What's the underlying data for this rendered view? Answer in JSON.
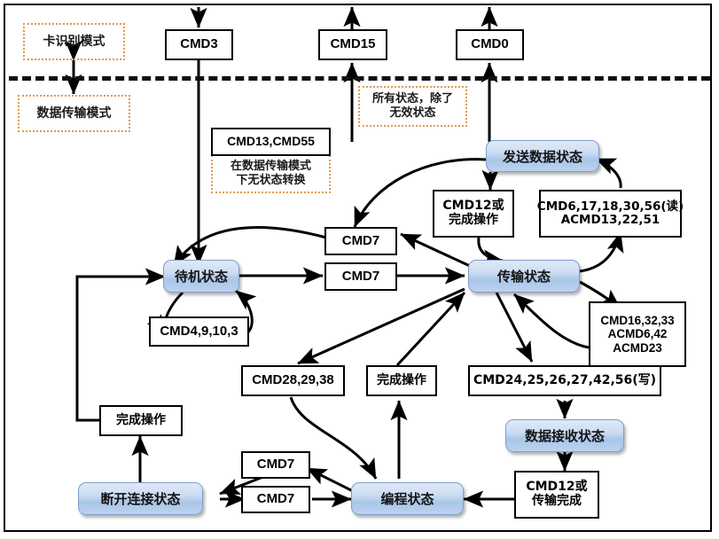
{
  "diagram": {
    "title": "SD Card State Transition Diagram",
    "type": "state-transition-diagram",
    "colors": {
      "state_fill_top": "#dfe9f7",
      "state_fill_bottom": "#a9c6e8",
      "state_border": "#7da0c8",
      "box_border": "#000000",
      "note_border": "#e09a4e",
      "background": "#ffffff"
    },
    "mode_divider": {
      "style": "dashed",
      "above_label": "卡识别模式",
      "below_label": "数据传输模式"
    }
  },
  "notes": [
    {
      "id": "note-card-identification",
      "text": "卡识别模式"
    },
    {
      "id": "note-data-transfer",
      "text": "数据传输模式"
    },
    {
      "id": "note-all-states",
      "text": "所有状态，除了\n无效状态"
    },
    {
      "id": "note-no-state-change",
      "text": "在数据传输模式\n下无状态转换"
    }
  ],
  "states": [
    {
      "id": "state-standby",
      "label": "待机状态"
    },
    {
      "id": "state-transfer",
      "label": "传输状态"
    },
    {
      "id": "state-send-data",
      "label": "发送数据状态"
    },
    {
      "id": "state-receive-data",
      "label": "数据接收状态"
    },
    {
      "id": "state-programming",
      "label": "编程状态"
    },
    {
      "id": "state-disconnect",
      "label": "断开连接状态"
    }
  ],
  "commands": [
    {
      "id": "cmd3",
      "text": "CMD3"
    },
    {
      "id": "cmd15",
      "text": "CMD15"
    },
    {
      "id": "cmd0",
      "text": "CMD0"
    },
    {
      "id": "cmd13-55",
      "text": "CMD13,CMD55"
    },
    {
      "id": "cmd12-or-complete",
      "lines": [
        "CMD12或",
        "完成操作"
      ]
    },
    {
      "id": "cmd-read",
      "lines": [
        "CMD6,17,18,30,56(读)",
        "ACMD13,22,51"
      ]
    },
    {
      "id": "cmd7-a",
      "text": "CMD7"
    },
    {
      "id": "cmd7-b",
      "text": "CMD7"
    },
    {
      "id": "cmd-config",
      "lines": [
        "CMD16,32,33",
        "ACMD6,42",
        "ACMD23"
      ]
    },
    {
      "id": "cmd4-9-10-3",
      "text": "CMD4,9,10,3"
    },
    {
      "id": "cmd28-29-38",
      "text": "CMD28,29,38"
    },
    {
      "id": "complete-op-mid",
      "text": "完成操作"
    },
    {
      "id": "cmd-write",
      "text": "CMD24,25,26,27,42,56(写)"
    },
    {
      "id": "complete-op-left",
      "text": "完成操作"
    },
    {
      "id": "cmd7-c",
      "text": "CMD7"
    },
    {
      "id": "cmd7-d",
      "text": "CMD7"
    },
    {
      "id": "cmd12-or-transfer-done",
      "lines": [
        "CMD12或",
        "传输完成"
      ]
    }
  ]
}
